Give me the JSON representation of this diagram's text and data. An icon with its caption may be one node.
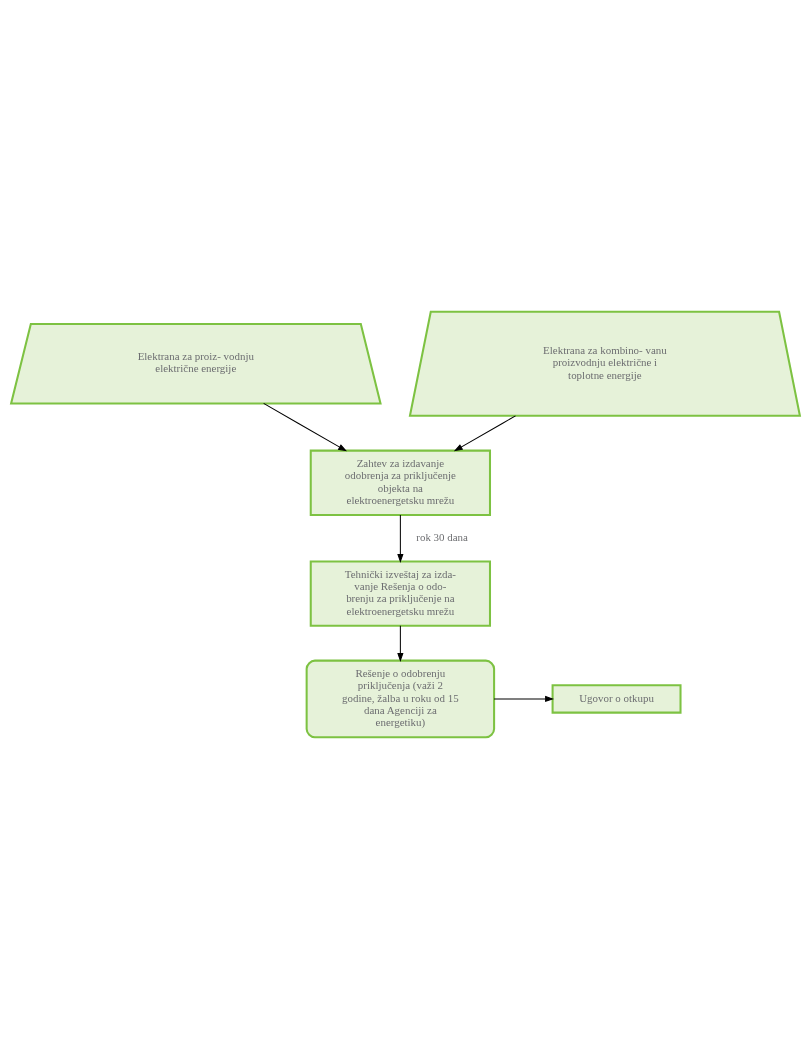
{
  "diagram": {
    "nodes": [
      {
        "text": [
          "Elektrana za proiz- vodnju električne energije"
        ]
      },
      {
        "text": [
          "Elektrana za kombino- vanu proizvodnju električne i toplotne energije"
        ]
      },
      {
        "text": [
          "Zahtev za izdavanje odobrenja za priključenje objekta na elektroenergetsku mrežu"
        ]
      },
      {
        "text": [
          "Tehnički izveštaj za izda- vanje Rešenja o odo- brenju za priključenje na elektroenergetsku mrežu"
        ]
      },
      {
        "text": [
          "Rešenje o odobrenju priključenja (važi 2 godine, žalba u roku od 15 dana Agenciji za energetiku)"
        ]
      },
      {
        "text": [
          "Ugovor o otkupu"
        ]
      }
    ],
    "edges": [
      {
        "from": 0,
        "to": 2,
        "arrow": "to"
      },
      {
        "from": 1,
        "to": 2,
        "arrow": "to"
      },
      {
        "from": 2,
        "to": 3,
        "arrow": "to",
        "label": "rok 30 dana"
      },
      {
        "from": 3,
        "to": 4,
        "arrow": "to"
      },
      {
        "from": 4,
        "to": 5,
        "arrow": "to"
      }
    ]
  }
}
